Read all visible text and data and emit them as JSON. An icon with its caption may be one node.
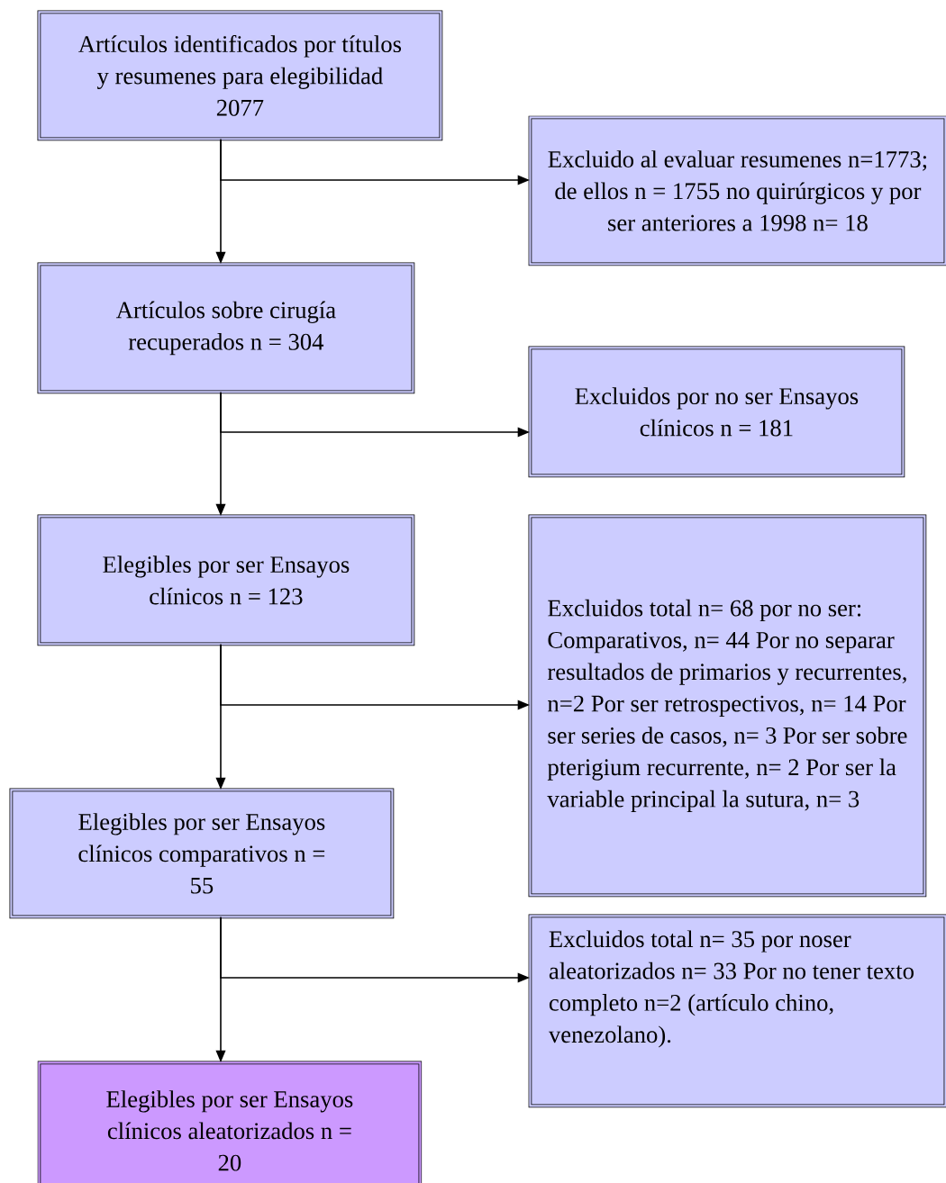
{
  "diagram": {
    "nodes": [
      {
        "text": [
          "Artículos identificados por títulos y resumenes para elegibilidad 2077"
        ]
      },
      {
        "text": [
          "Excluido al evaluar resumenes n=1773; de ellos n = 1755 no quirúrgicos y por ser anteriores a 1998 n= 18"
        ]
      },
      {
        "text": [
          "Artículos sobre cirugía recuperados n = 304"
        ]
      },
      {
        "text": [
          "Excluidos por no ser Ensayos clínicos n = 181"
        ]
      },
      {
        "text": [
          "Elegibles por ser Ensayos clínicos n = 123"
        ]
      },
      {
        "text": [
          "Excluidos total n= 68 por no ser: Comparativos, n= 44 Por no separar resultados de primarios y recurrentes, n=2 Por ser retrospectivos, n= 14 Por ser series de casos, n= 3 Por ser sobre pterigium recurrente, n= 2 Por ser la variable principal la sutura, n= 3"
        ]
      },
      {
        "text": [
          "Elegibles por ser Ensayos clínicos comparativos n = 55"
        ]
      },
      {
        "text": [
          "Excluidos total n= 35 por noser aleatorizados n= 33 Por no tener texto completo n=2 (artículo chino, venezolano)."
        ]
      },
      {
        "text": [
          "Elegibles por ser Ensayos clínicos aleatorizados n = 20"
        ]
      }
    ],
    "edges": [
      {
        "from": 0,
        "to": 2,
        "arrow": "to"
      },
      {
        "from": 0,
        "to": 1,
        "arrow": "to"
      },
      {
        "from": 2,
        "to": 4,
        "arrow": "to"
      },
      {
        "from": 2,
        "to": 3,
        "arrow": "to"
      },
      {
        "from": 4,
        "to": 6,
        "arrow": "to"
      },
      {
        "from": 4,
        "to": 5,
        "arrow": "to"
      },
      {
        "from": 6,
        "to": 8,
        "arrow": "to"
      },
      {
        "from": 6,
        "to": 7,
        "arrow": "to"
      }
    ]
  }
}
